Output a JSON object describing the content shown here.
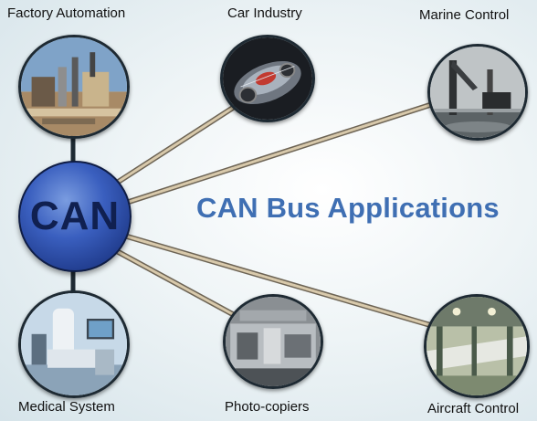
{
  "hub": {
    "label": "CAN"
  },
  "title": "CAN Bus Applications",
  "applications": [
    {
      "label": "Factory Automation",
      "icon": "factory-photo"
    },
    {
      "label": "Car Industry",
      "icon": "car-photo"
    },
    {
      "label": "Marine Control",
      "icon": "marine-photo"
    },
    {
      "label": "Medical System",
      "icon": "medical-photo"
    },
    {
      "label": "Photo-copiers",
      "icon": "copier-photo"
    },
    {
      "label": "Aircraft Control",
      "icon": "aircraft-photo"
    }
  ],
  "colors": {
    "hub": "#3a5fbf",
    "title": "#3f6fb3",
    "cable": "#c9b89a"
  }
}
